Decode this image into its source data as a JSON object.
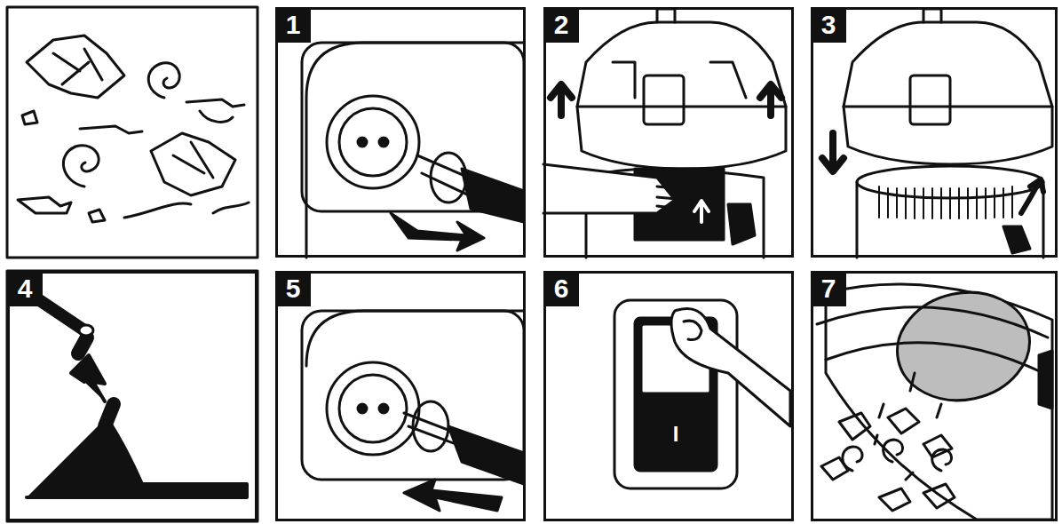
{
  "diagram": {
    "nodes": [
      {
        "text": [
          "1"
        ]
      },
      {
        "text": [
          "2"
        ]
      },
      {
        "text": [
          "3"
        ]
      },
      {
        "text": [
          "4"
        ]
      },
      {
        "text": [
          "5"
        ]
      },
      {
        "text": [
          "6"
        ]
      },
      {
        "text": [
          "7"
        ]
      }
    ],
    "labels": [
      "I"
    ]
  }
}
